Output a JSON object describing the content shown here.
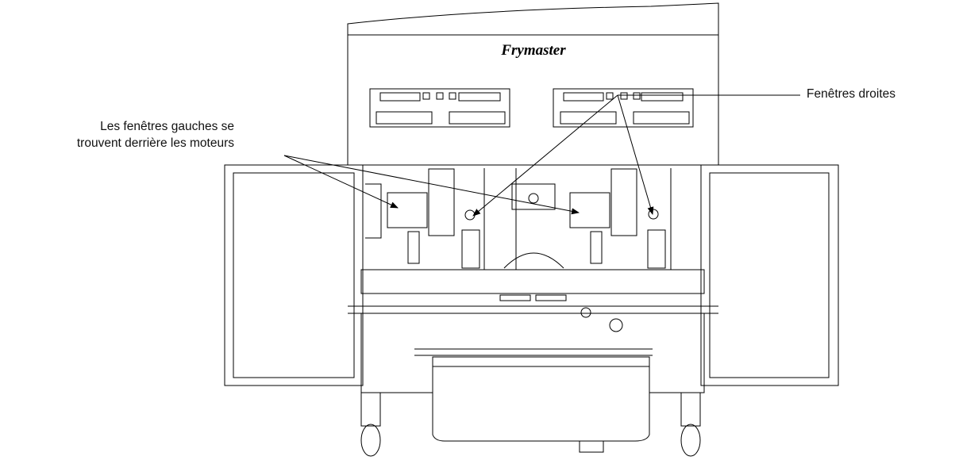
{
  "labels": {
    "left_windows": {
      "line1": "Les fenêtres gauches se",
      "line2": "trouvent derrière les moteurs"
    },
    "right_windows": "Fenêtres droites"
  },
  "brand": {
    "name": "Frymaster"
  },
  "colors": {
    "stroke": "#000000",
    "background": "#ffffff"
  }
}
